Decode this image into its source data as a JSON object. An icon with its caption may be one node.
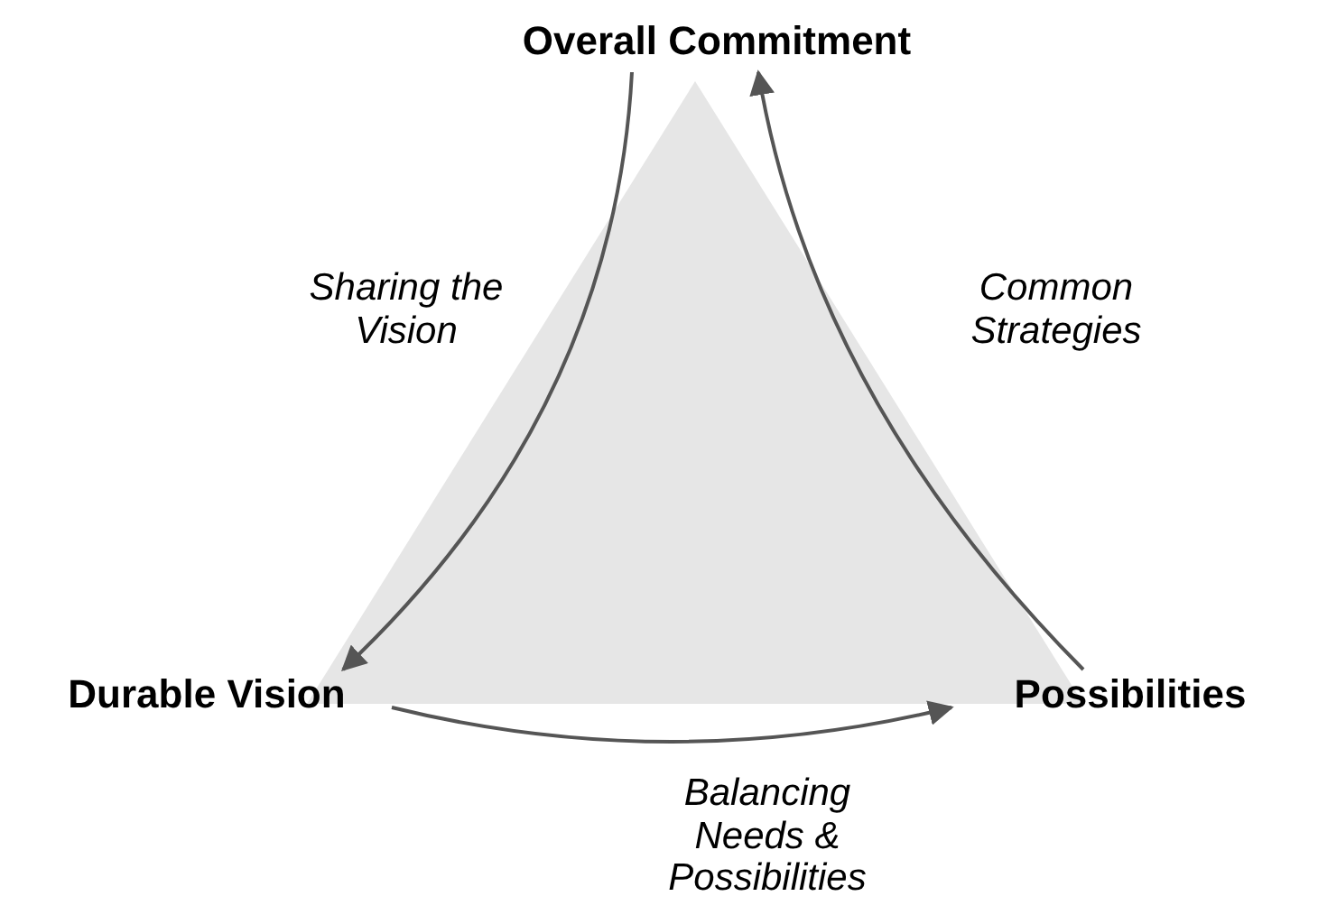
{
  "diagram": {
    "nodes": [
      {
        "text": [
          "Overall Commitment"
        ]
      },
      {
        "text": [
          "Durable Vision"
        ]
      },
      {
        "text": [
          "Possibilities"
        ]
      }
    ],
    "edges": [
      {
        "from": 0,
        "to": 1,
        "arrow": "to",
        "label": "Sharing the Vision"
      },
      {
        "from": 1,
        "to": 2,
        "arrow": "to",
        "label": "Balancing Needs & Possibilities"
      },
      {
        "from": 2,
        "to": 0,
        "arrow": "to",
        "label": "Common Strategies"
      }
    ]
  }
}
